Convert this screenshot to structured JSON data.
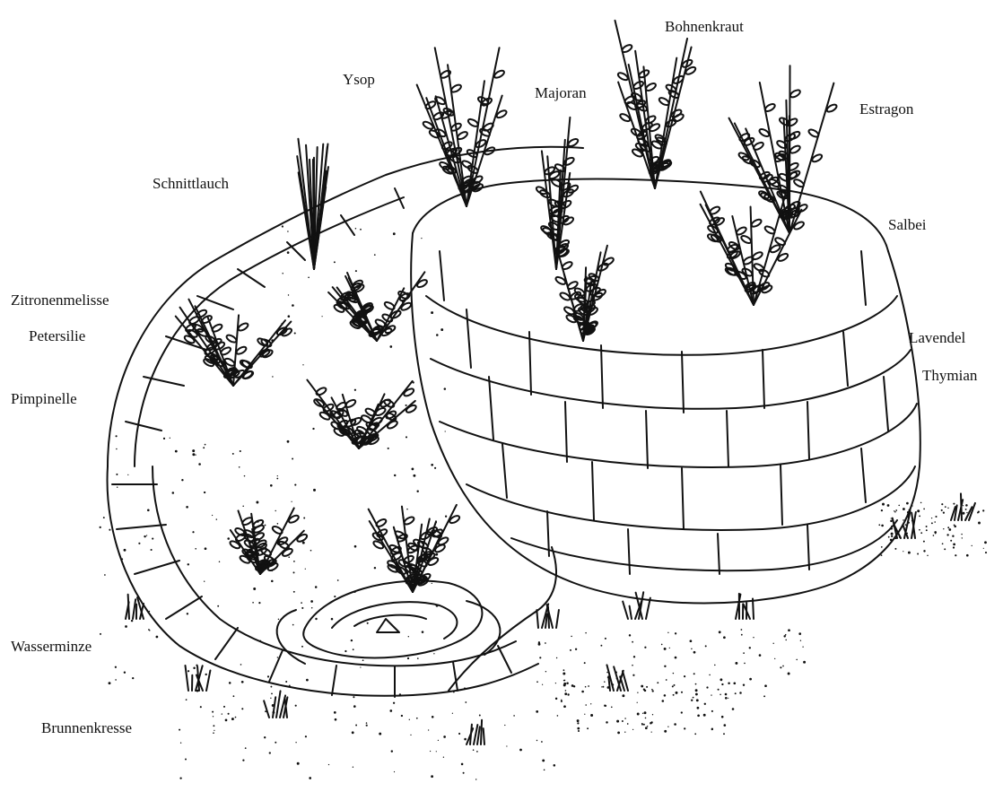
{
  "labels": {
    "bohnenkraut": "Bohnenkraut",
    "ysop": "Ysop",
    "majoran": "Majoran",
    "estragon": "Estragon",
    "schnittlauch": "Schnittlauch",
    "salbei": "Salbei",
    "zitronenmelisse": "Zitronenmelisse",
    "petersilie": "Petersilie",
    "lavendel": "Lavendel",
    "thymian": "Thymian",
    "pimpinelle": "Pimpinelle",
    "wasserminze": "Wasserminze",
    "brunnenkresse": "Brunnenkresse"
  }
}
